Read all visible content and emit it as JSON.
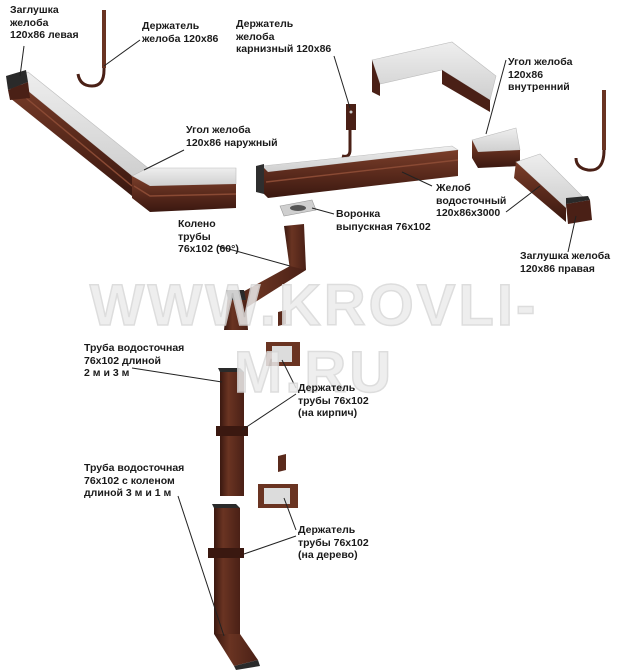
{
  "watermark": "WWW.KROVLI-M.RU",
  "colors": {
    "metal_brown": "#5a2a1c",
    "metal_dark": "#3a1810",
    "metal_light": "#7a3e2a",
    "interior_grey": "#dcdcdc",
    "label_text": "#1a1a1a",
    "leader_line": "#222222"
  },
  "labels": {
    "end_cap_left": "Заглушка\nжелоба\n120х86 левая",
    "holder_gutter": "Держатель\nжелоба 120х86",
    "holder_eaves": "Держатель\nжелоба\nкарнизный 120х86",
    "corner_internal": "Угол желоба\n120х86\nвнутренний",
    "corner_external": "Угол желоба\n120х86 наружный",
    "gutter": "Желоб\nводосточный\n120х86х3000",
    "funnel": "Воронка\nвыпускная 76х102",
    "elbow": "Колено\nтрубы\n76х102 (60°)",
    "end_cap_right": "Заглушка желоба\n120х86 правая",
    "pipe_2_3": "Труба водосточная\n76х102 длиной\n2 м и 3 м",
    "pipe_holder_brick": "Держатель\nтрубы 76х102\n(на кирпич)",
    "pipe_elbow": "Труба водосточная\n76х102 с коленом\nдлиной 3 м и 1 м",
    "pipe_holder_wood": "Держатель\nтрубы 76х102\n(на дерево)"
  }
}
